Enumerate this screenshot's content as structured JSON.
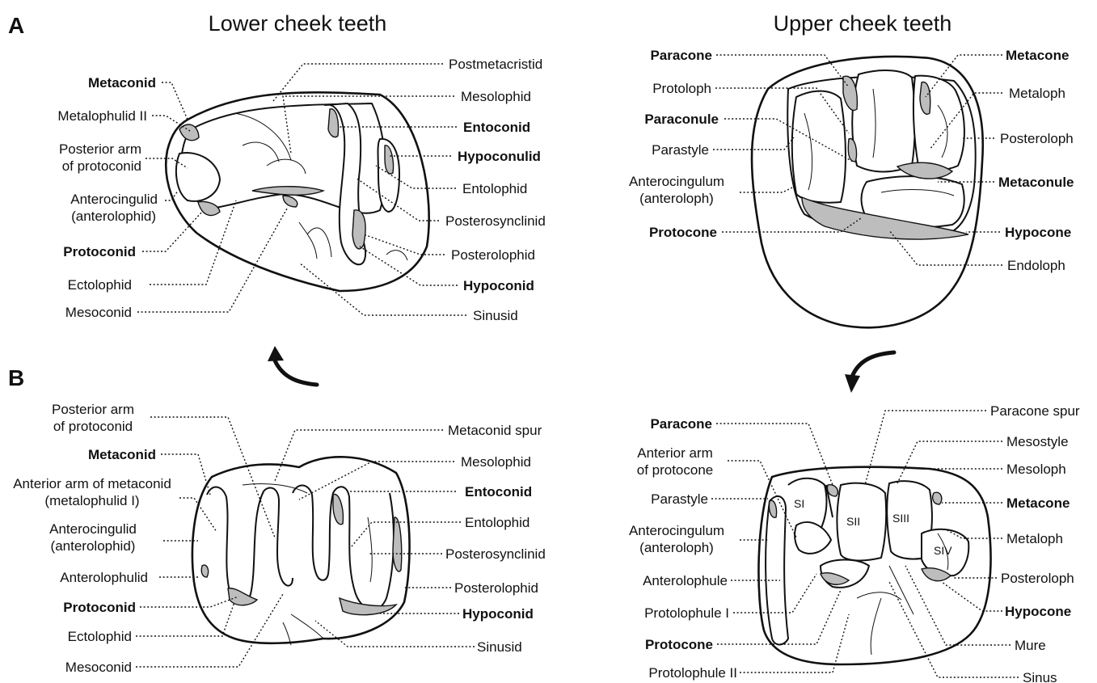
{
  "panels": {
    "a": "A",
    "b": "B"
  },
  "titles": {
    "lower": "Lower cheek teeth",
    "upper": "Upper cheek teeth"
  },
  "a_lower": {
    "left": [
      {
        "text": "Metaconid",
        "bold": true
      },
      {
        "text": "Metalophulid II",
        "bold": false
      },
      {
        "text": "Posterior arm",
        "bold": false
      },
      {
        "text": "of protoconid",
        "bold": false
      },
      {
        "text": "Anterocingulid",
        "bold": false
      },
      {
        "text": "(anterolophid)",
        "bold": false
      },
      {
        "text": "Protoconid",
        "bold": true
      },
      {
        "text": "Ectolophid",
        "bold": false
      },
      {
        "text": "Mesoconid",
        "bold": false
      }
    ],
    "right": [
      {
        "text": "Postmetacristid",
        "bold": false
      },
      {
        "text": "Mesolophid",
        "bold": false
      },
      {
        "text": "Entoconid",
        "bold": true
      },
      {
        "text": "Hypoconulid",
        "bold": true
      },
      {
        "text": "Entolophid",
        "bold": false
      },
      {
        "text": "Posterosynclinid",
        "bold": false
      },
      {
        "text": "Posterolophid",
        "bold": false
      },
      {
        "text": "Hypoconid",
        "bold": true
      },
      {
        "text": "Sinusid",
        "bold": false
      }
    ]
  },
  "a_upper": {
    "left": [
      {
        "text": "Paracone",
        "bold": true
      },
      {
        "text": "Protoloph",
        "bold": false
      },
      {
        "text": "Paraconule",
        "bold": true
      },
      {
        "text": "Parastyle",
        "bold": false
      },
      {
        "text": "Anterocingulum",
        "bold": false
      },
      {
        "text": "(anteroloph)",
        "bold": false
      },
      {
        "text": "Protocone",
        "bold": true
      }
    ],
    "right": [
      {
        "text": "Metacone",
        "bold": true
      },
      {
        "text": "Metaloph",
        "bold": false
      },
      {
        "text": "Posteroloph",
        "bold": false
      },
      {
        "text": "Metaconule",
        "bold": true
      },
      {
        "text": "Hypocone",
        "bold": true
      },
      {
        "text": "Endoloph",
        "bold": false
      }
    ]
  },
  "b_lower": {
    "left": [
      {
        "text": "Posterior arm",
        "bold": false
      },
      {
        "text": "of protoconid",
        "bold": false
      },
      {
        "text": "Metaconid",
        "bold": true
      },
      {
        "text": "Anterior arm of metaconid",
        "bold": false
      },
      {
        "text": "(metalophulid I)",
        "bold": false
      },
      {
        "text": "Anterocingulid",
        "bold": false
      },
      {
        "text": "(anterolophid)",
        "bold": false
      },
      {
        "text": "Anterolophulid",
        "bold": false
      },
      {
        "text": "Protoconid",
        "bold": true
      },
      {
        "text": "Ectolophid",
        "bold": false
      },
      {
        "text": "Mesoconid",
        "bold": false
      }
    ],
    "right": [
      {
        "text": "Metaconid spur",
        "bold": false
      },
      {
        "text": "Mesolophid",
        "bold": false
      },
      {
        "text": "Entoconid",
        "bold": true
      },
      {
        "text": "Entolophid",
        "bold": false
      },
      {
        "text": "Posterosynclinid",
        "bold": false
      },
      {
        "text": "Posterolophid",
        "bold": false
      },
      {
        "text": "Hypoconid",
        "bold": true
      },
      {
        "text": "Sinusid",
        "bold": false
      }
    ]
  },
  "b_upper": {
    "left": [
      {
        "text": "Paracone",
        "bold": true
      },
      {
        "text": "Anterior arm",
        "bold": false
      },
      {
        "text": "of protocone",
        "bold": false
      },
      {
        "text": "Parastyle",
        "bold": false
      },
      {
        "text": "Anterocingulum",
        "bold": false
      },
      {
        "text": "(anteroloph)",
        "bold": false
      },
      {
        "text": "Anterolophule",
        "bold": false
      },
      {
        "text": "Protolophule I",
        "bold": false
      },
      {
        "text": "Protocone",
        "bold": true
      },
      {
        "text": "Protolophule II",
        "bold": false
      }
    ],
    "right": [
      {
        "text": "Paracone spur",
        "bold": false
      },
      {
        "text": "Mesostyle",
        "bold": false
      },
      {
        "text": "Mesoloph",
        "bold": false
      },
      {
        "text": "Metacone",
        "bold": true
      },
      {
        "text": "Metaloph",
        "bold": false
      },
      {
        "text": "Posteroloph",
        "bold": false
      },
      {
        "text": "Hypocone",
        "bold": true
      },
      {
        "text": "Mure",
        "bold": false
      },
      {
        "text": "Sinus",
        "bold": false
      }
    ],
    "sections": [
      "SI",
      "SII",
      "SIII",
      "SIV"
    ]
  }
}
